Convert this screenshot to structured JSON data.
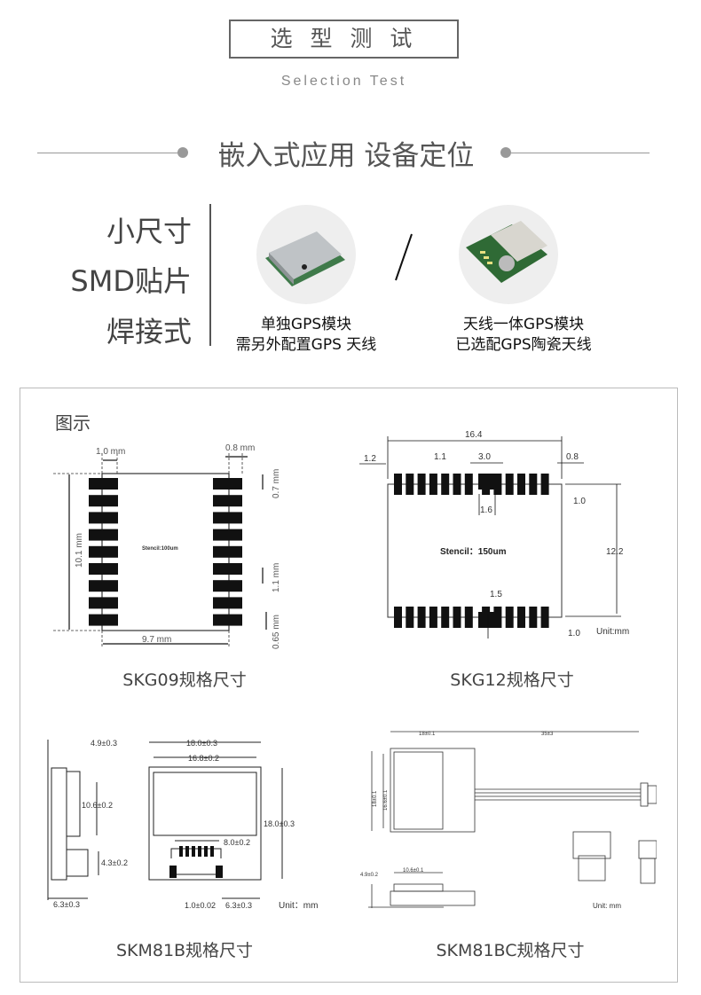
{
  "header": {
    "title": "选 型 测 试",
    "subtitle": "Selection Test"
  },
  "section": {
    "heading": "嵌入式应用 设备定位"
  },
  "features": [
    "小尺寸",
    "SMD贴片",
    "焊接式"
  ],
  "options": [
    {
      "line1": "单独GPS模块",
      "line2": "需另外配置GPS 天线"
    },
    {
      "line1": "天线一体GPS模块",
      "line2": "已选配GPS陶瓷天线"
    }
  ],
  "panel": {
    "title": "图示"
  },
  "drawings": {
    "skg09": {
      "caption": "SKG09规格尺寸",
      "stencil": "Stencil:100um",
      "dims": [
        "1.0 mm",
        "0.8 mm",
        "0.7 mm",
        "10.1 mm",
        "1.1 mm",
        "0.65 mm",
        "9.7 mm"
      ]
    },
    "skg12": {
      "caption": "SKG12规格尺寸",
      "stencil": "Stencil：150um",
      "dims": [
        "16.4",
        "1.2",
        "1.1",
        "3.0",
        "0.8",
        "1.0",
        "1.6",
        "12.2",
        "1.5",
        "1.0"
      ],
      "unit": "Unit:mm"
    },
    "skm81b": {
      "caption": "SKM81B规格尺寸",
      "dims": [
        "4.9±0.3",
        "10.6±0.2",
        "4.3±0.2",
        "6.3±0.3",
        "18.0±0.3",
        "16.8±0.2",
        "18.0±0.3",
        "8.0±0.2",
        "1.0±0.02",
        "6.3±0.3"
      ],
      "unit": "Unit：mm"
    },
    "skm81bc": {
      "caption": "SKM81BC规格尺寸",
      "dims": [
        "18±0.1",
        "35±3",
        "18±0.1",
        "16.6±0.1",
        "10.6±0.1",
        "4.9±0.2"
      ],
      "unit": "Unit: mm"
    }
  }
}
